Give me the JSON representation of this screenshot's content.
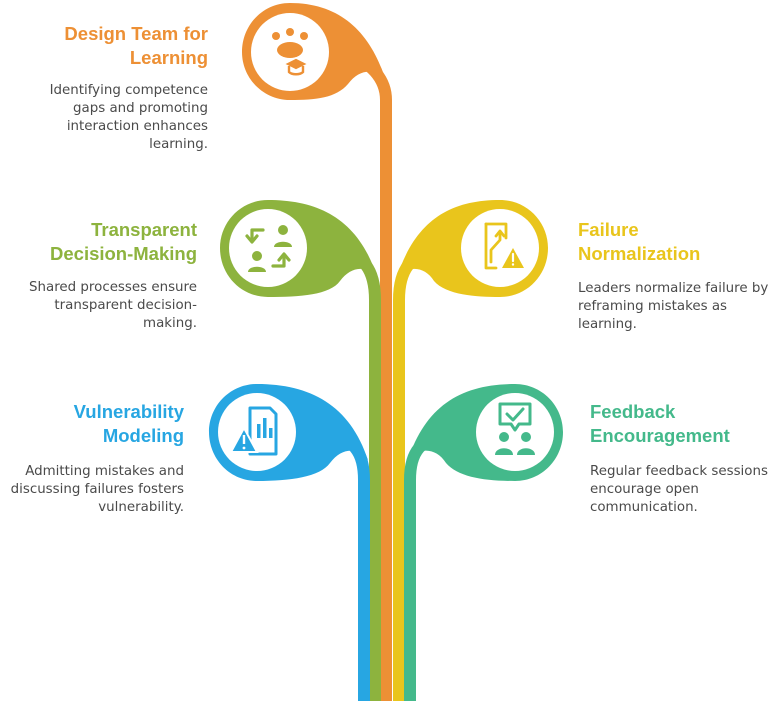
{
  "items": [
    {
      "title": "Design Team for\nLearning",
      "description": "Identifying competence\ngaps and promoting\ninteraction enhances\nlearning.",
      "color": "#ED9035",
      "icon": "team-learning-icon"
    },
    {
      "title": "Transparent\nDecision-Making",
      "description": "Shared processes ensure\ntransparent decision-\nmaking.",
      "color": "#8DB33E",
      "icon": "user-exchange-icon"
    },
    {
      "title": "Failure\nNormalization",
      "description": "Leaders normalize failure by\nreframing mistakes as\nlearning.",
      "color": "#E9C51C",
      "icon": "route-warning-icon"
    },
    {
      "title": "Vulnerability\nModeling",
      "description": "Admitting mistakes and\ndiscussing failures fosters\nvulnerability.",
      "color": "#27A6E2",
      "icon": "report-warning-icon"
    },
    {
      "title": "Feedback\nEncouragement",
      "description": "Regular feedback sessions\nencourage open\ncommunication.",
      "color": "#44B98B",
      "icon": "feedback-meeting-icon"
    }
  ]
}
